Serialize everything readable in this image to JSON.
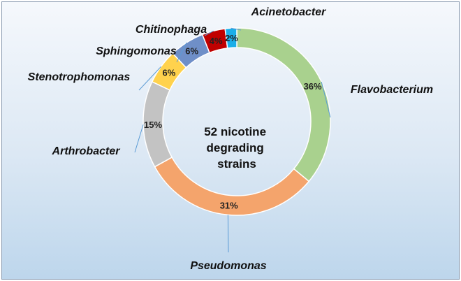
{
  "chart_data": {
    "type": "pie",
    "variant": "donut",
    "center_label": [
      "52 nicotine",
      "degrading",
      "strains"
    ],
    "slices": [
      {
        "label": "Flavobacterium",
        "value": 36,
        "display": "36%",
        "color": "#a9d18e"
      },
      {
        "label": "Pseudomonas",
        "value": 31,
        "display": "31%",
        "color": "#f4a46c"
      },
      {
        "label": "Arthrobacter",
        "value": 15,
        "display": "15%",
        "color": "#c3c3c3"
      },
      {
        "label": "Stenotrophomonas",
        "value": 6,
        "display": "6%",
        "color": "#ffd24d"
      },
      {
        "label": "Sphingomonas",
        "value": 6,
        "display": "6%",
        "color": "#6f8fc8"
      },
      {
        "label": "Chitinophaga",
        "value": 4,
        "display": "4%",
        "color": "#c00000"
      },
      {
        "label": "Acinetobacter",
        "value": 2,
        "display": "2%",
        "color": "#1aaee8"
      }
    ],
    "legend": "none"
  }
}
